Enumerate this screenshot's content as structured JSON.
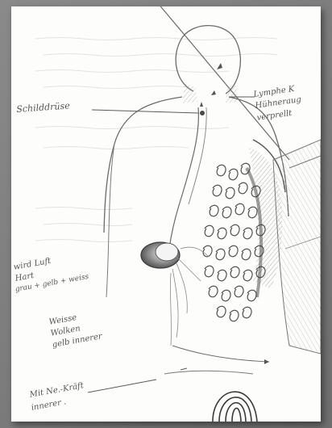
{
  "annotations": {
    "thyroid": "Schilddrüse",
    "lymph_line1": "Lymphe K",
    "lymph_line2": "Hühneraug",
    "lymph_line3": "verprellt",
    "mass_line1": "wird Luft",
    "mass_line2": "Hart",
    "mass_line3": "grau + gelb + weiss",
    "lower_line1": "Weisse",
    "lower_line2": "Wolken",
    "lower_line3": "gelb innerer",
    "bottom_line1": "Mit Ne.-Kräft",
    "bottom_line2": "innerer ."
  },
  "colors": {
    "paper": "#fdfdfb",
    "pencil": "#5a5a5a",
    "background": "#7a7a7a"
  }
}
